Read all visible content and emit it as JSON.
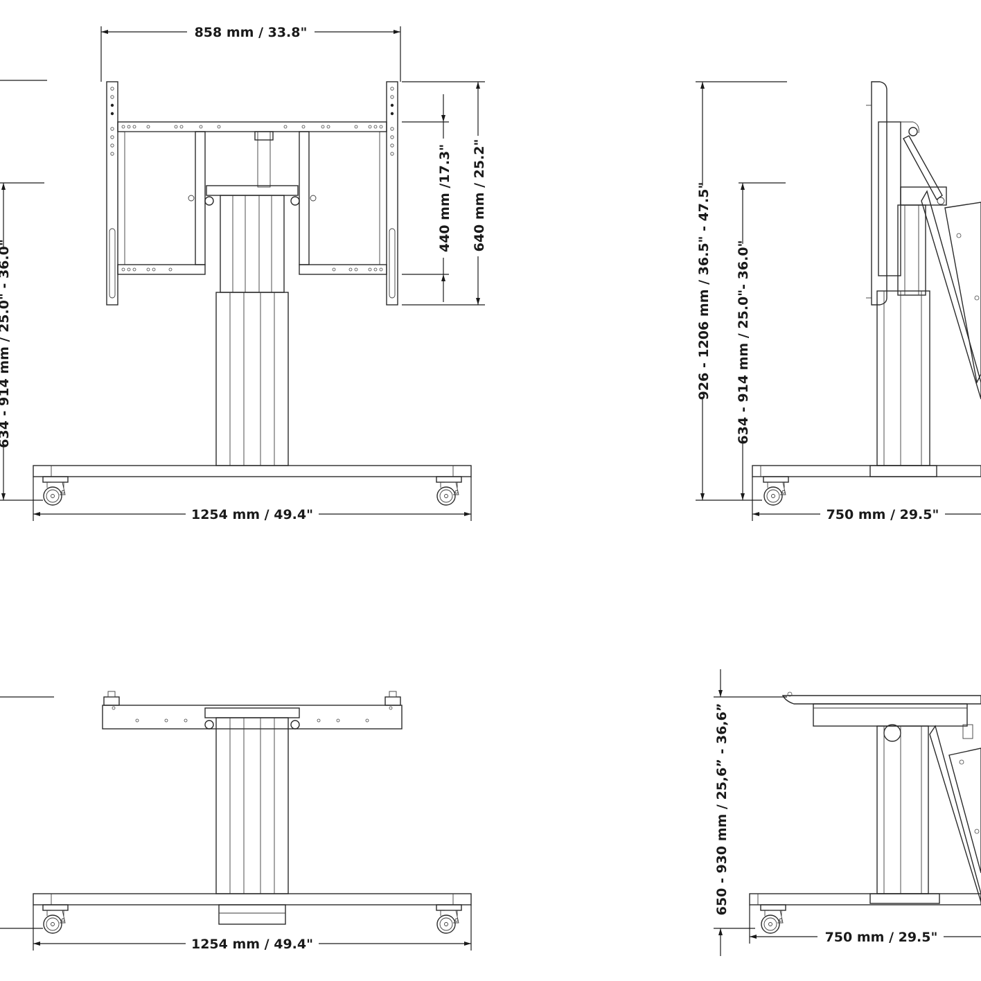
{
  "views": {
    "front_tv": {
      "mount_width": "858 mm / 33.8\"",
      "vesa_440": "440 mm /17.3\"",
      "vesa_640": "640 mm / 25.2\"",
      "base_width": "1254 mm / 49.4\"",
      "height_range": "634 - 914 mm / 25.0\" - 36.0\""
    },
    "side_tv": {
      "total_height": "926 - 1206 mm / 36.5\" - 47.5\"",
      "height_range": "634 - 914 mm / 25.0\"- 36.0\"",
      "base_depth": "750 mm / 29.5\""
    },
    "front_table": {
      "base_width": "1254 mm / 49.4\""
    },
    "side_table": {
      "height_range": "650 - 930 mm / 25,6” - 36,6”",
      "base_depth": "750 mm / 29.5\""
    }
  }
}
